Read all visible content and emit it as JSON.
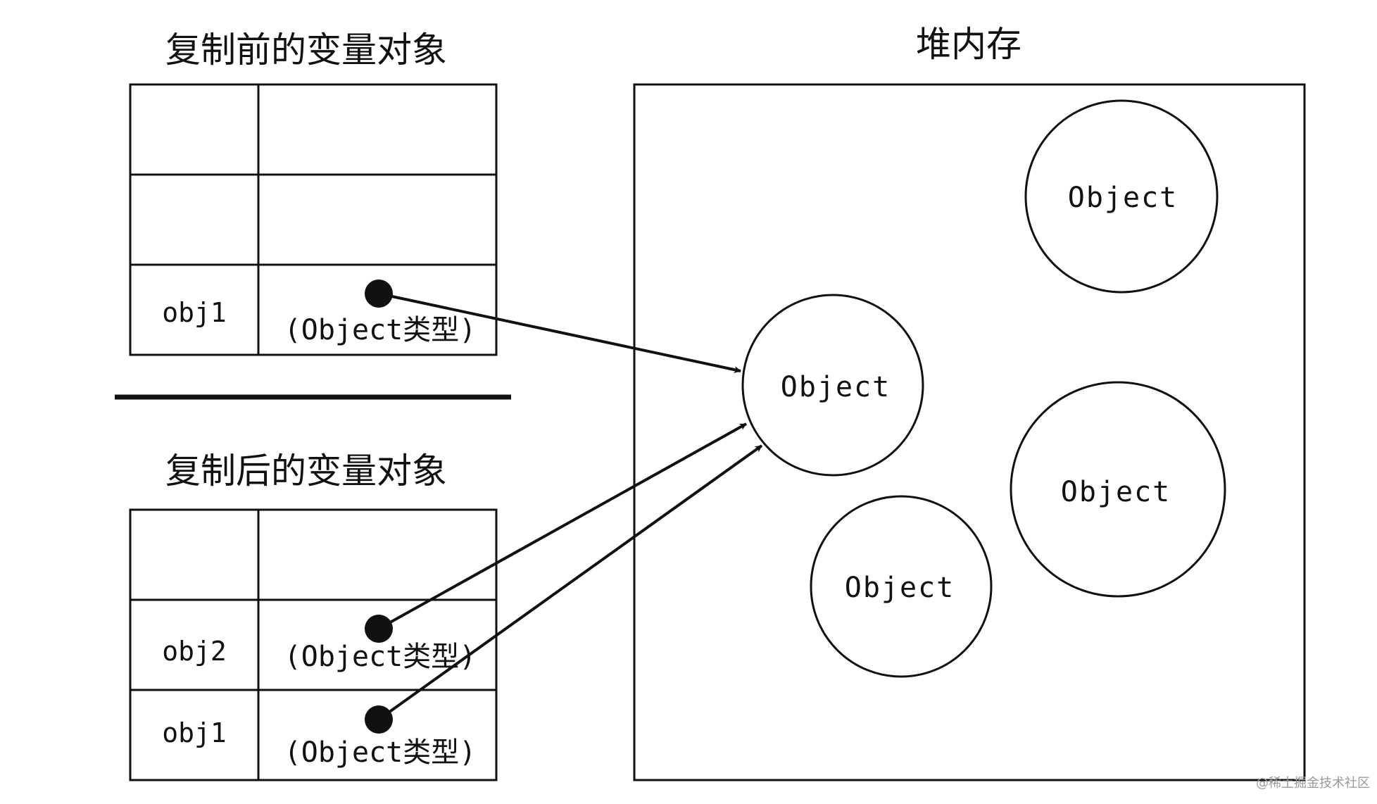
{
  "before": {
    "title": "复制前的变量对象",
    "rows": [
      {
        "name": "",
        "value": ""
      },
      {
        "name": "",
        "value": ""
      },
      {
        "name": "obj1",
        "value": "(Object类型)"
      }
    ]
  },
  "after": {
    "title": "复制后的变量对象",
    "rows": [
      {
        "name": "",
        "value": ""
      },
      {
        "name": "obj2",
        "value": "(Object类型)"
      },
      {
        "name": "obj1",
        "value": "(Object类型)"
      }
    ]
  },
  "heap": {
    "title": "堆内存",
    "objects": [
      {
        "label": "Object",
        "referenced": true
      },
      {
        "label": "Object",
        "referenced": false
      },
      {
        "label": "Object",
        "referenced": false
      },
      {
        "label": "Object",
        "referenced": false
      }
    ]
  },
  "watermark": "@稀土掘金技术社区",
  "colors": {
    "line": "#111111",
    "background": "#ffffff",
    "watermark": "#9a9a9a"
  }
}
